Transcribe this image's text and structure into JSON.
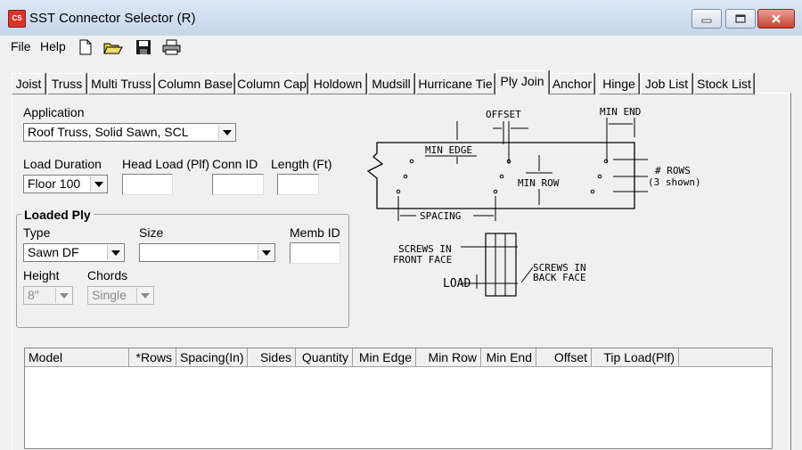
{
  "window": {
    "title": "SST Connector Selector (R)",
    "icon_text": "CS"
  },
  "menu": {
    "file": "File",
    "help": "Help"
  },
  "tabs": [
    {
      "label": "Joist"
    },
    {
      "label": "Truss"
    },
    {
      "label": "Multi Truss"
    },
    {
      "label": "Column Base"
    },
    {
      "label": "Column Cap"
    },
    {
      "label": "Holdown"
    },
    {
      "label": "Mudsill"
    },
    {
      "label": "Hurricane Tie"
    },
    {
      "label": "Ply Join",
      "active": true
    },
    {
      "label": "Anchor"
    },
    {
      "label": "Hinge"
    },
    {
      "label": "Job List"
    },
    {
      "label": "Stock List"
    }
  ],
  "form": {
    "application_label": "Application",
    "application_value": "Roof Truss, Solid Sawn, SCL",
    "load_duration_label": "Load Duration",
    "load_duration_value": "Floor 100",
    "head_load_label": "Head Load (Plf)",
    "head_load_value": "",
    "conn_id_label": "Conn ID",
    "conn_id_value": "",
    "length_label": "Length (Ft)",
    "length_value": "",
    "loaded_ply": {
      "title": "Loaded Ply",
      "type_label": "Type",
      "type_value": "Sawn DF",
      "size_label": "Size",
      "size_value": "",
      "memb_id_label": "Memb ID",
      "memb_id_value": "",
      "height_label": "Height",
      "height_value": "8\"",
      "chords_label": "Chords",
      "chords_value": "Single"
    }
  },
  "diagram": {
    "offset": "OFFSET",
    "min_end": "MIN END",
    "min_edge": "MIN EDGE",
    "min_row": "MIN ROW",
    "rows_line1": "# ROWS",
    "rows_line2": "(3 shown)",
    "spacing": "SPACING",
    "screws_front_1": "SCREWS IN",
    "screws_front_2": "FRONT FACE",
    "screws_back_1": "SCREWS IN",
    "screws_back_2": "BACK FACE",
    "load": "LOAD"
  },
  "grid": {
    "columns": [
      "Model",
      "*Rows",
      "Spacing(In)",
      "Sides",
      "Quantity",
      "Min Edge",
      "Min Row",
      "Min End",
      "Offset",
      "Tip Load(Plf)"
    ]
  },
  "colors": {
    "titlebar": "#c6d6ea",
    "close_button": "#c8402d",
    "app_icon": "#d9342b"
  }
}
